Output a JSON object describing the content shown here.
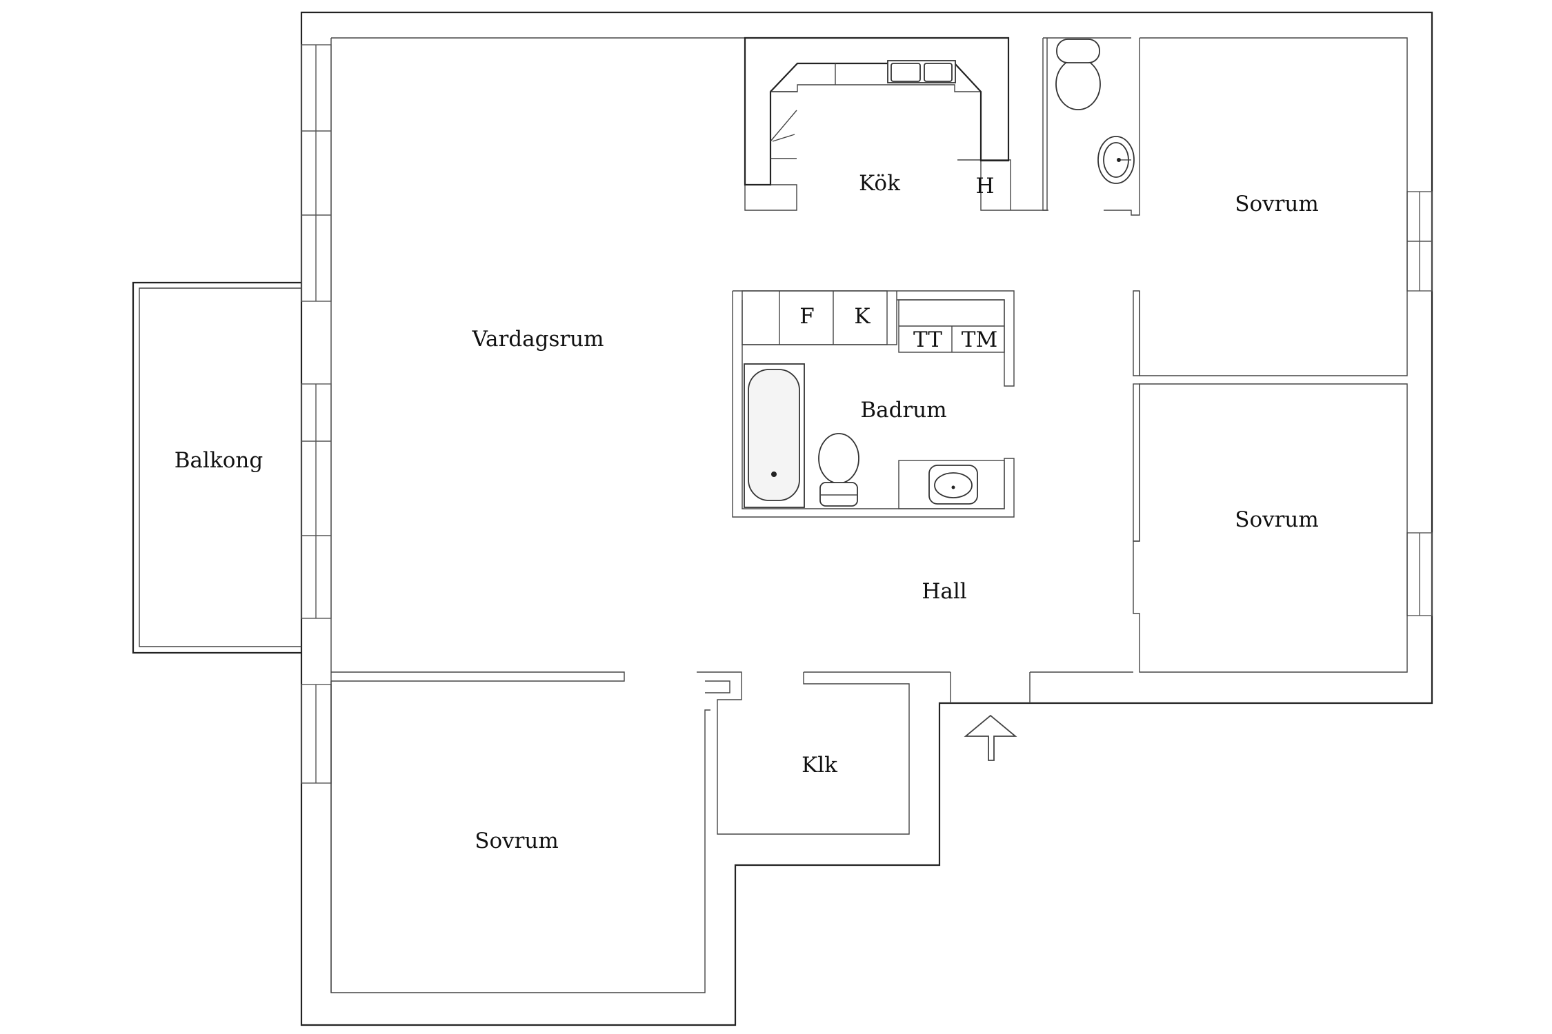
{
  "rooms": {
    "kitchen": "Kök",
    "kitchen_h": "H",
    "living": "Vardagsrum",
    "balcony": "Balkong",
    "bedroom_top_right": "Sovrum",
    "bedroom_mid_right": "Sovrum",
    "bedroom_bottom_left": "Sovrum",
    "bathroom": "Badrum",
    "hall": "Hall",
    "closet": "Klk"
  },
  "storage": {
    "f": "F",
    "k": "K",
    "tt": "TT",
    "tm": "TM"
  },
  "icons": {
    "entrance": "arrow-up-icon",
    "bathtub": "bathtub-icon",
    "toilet": "toilet-icon",
    "sink": "sink-icon"
  }
}
